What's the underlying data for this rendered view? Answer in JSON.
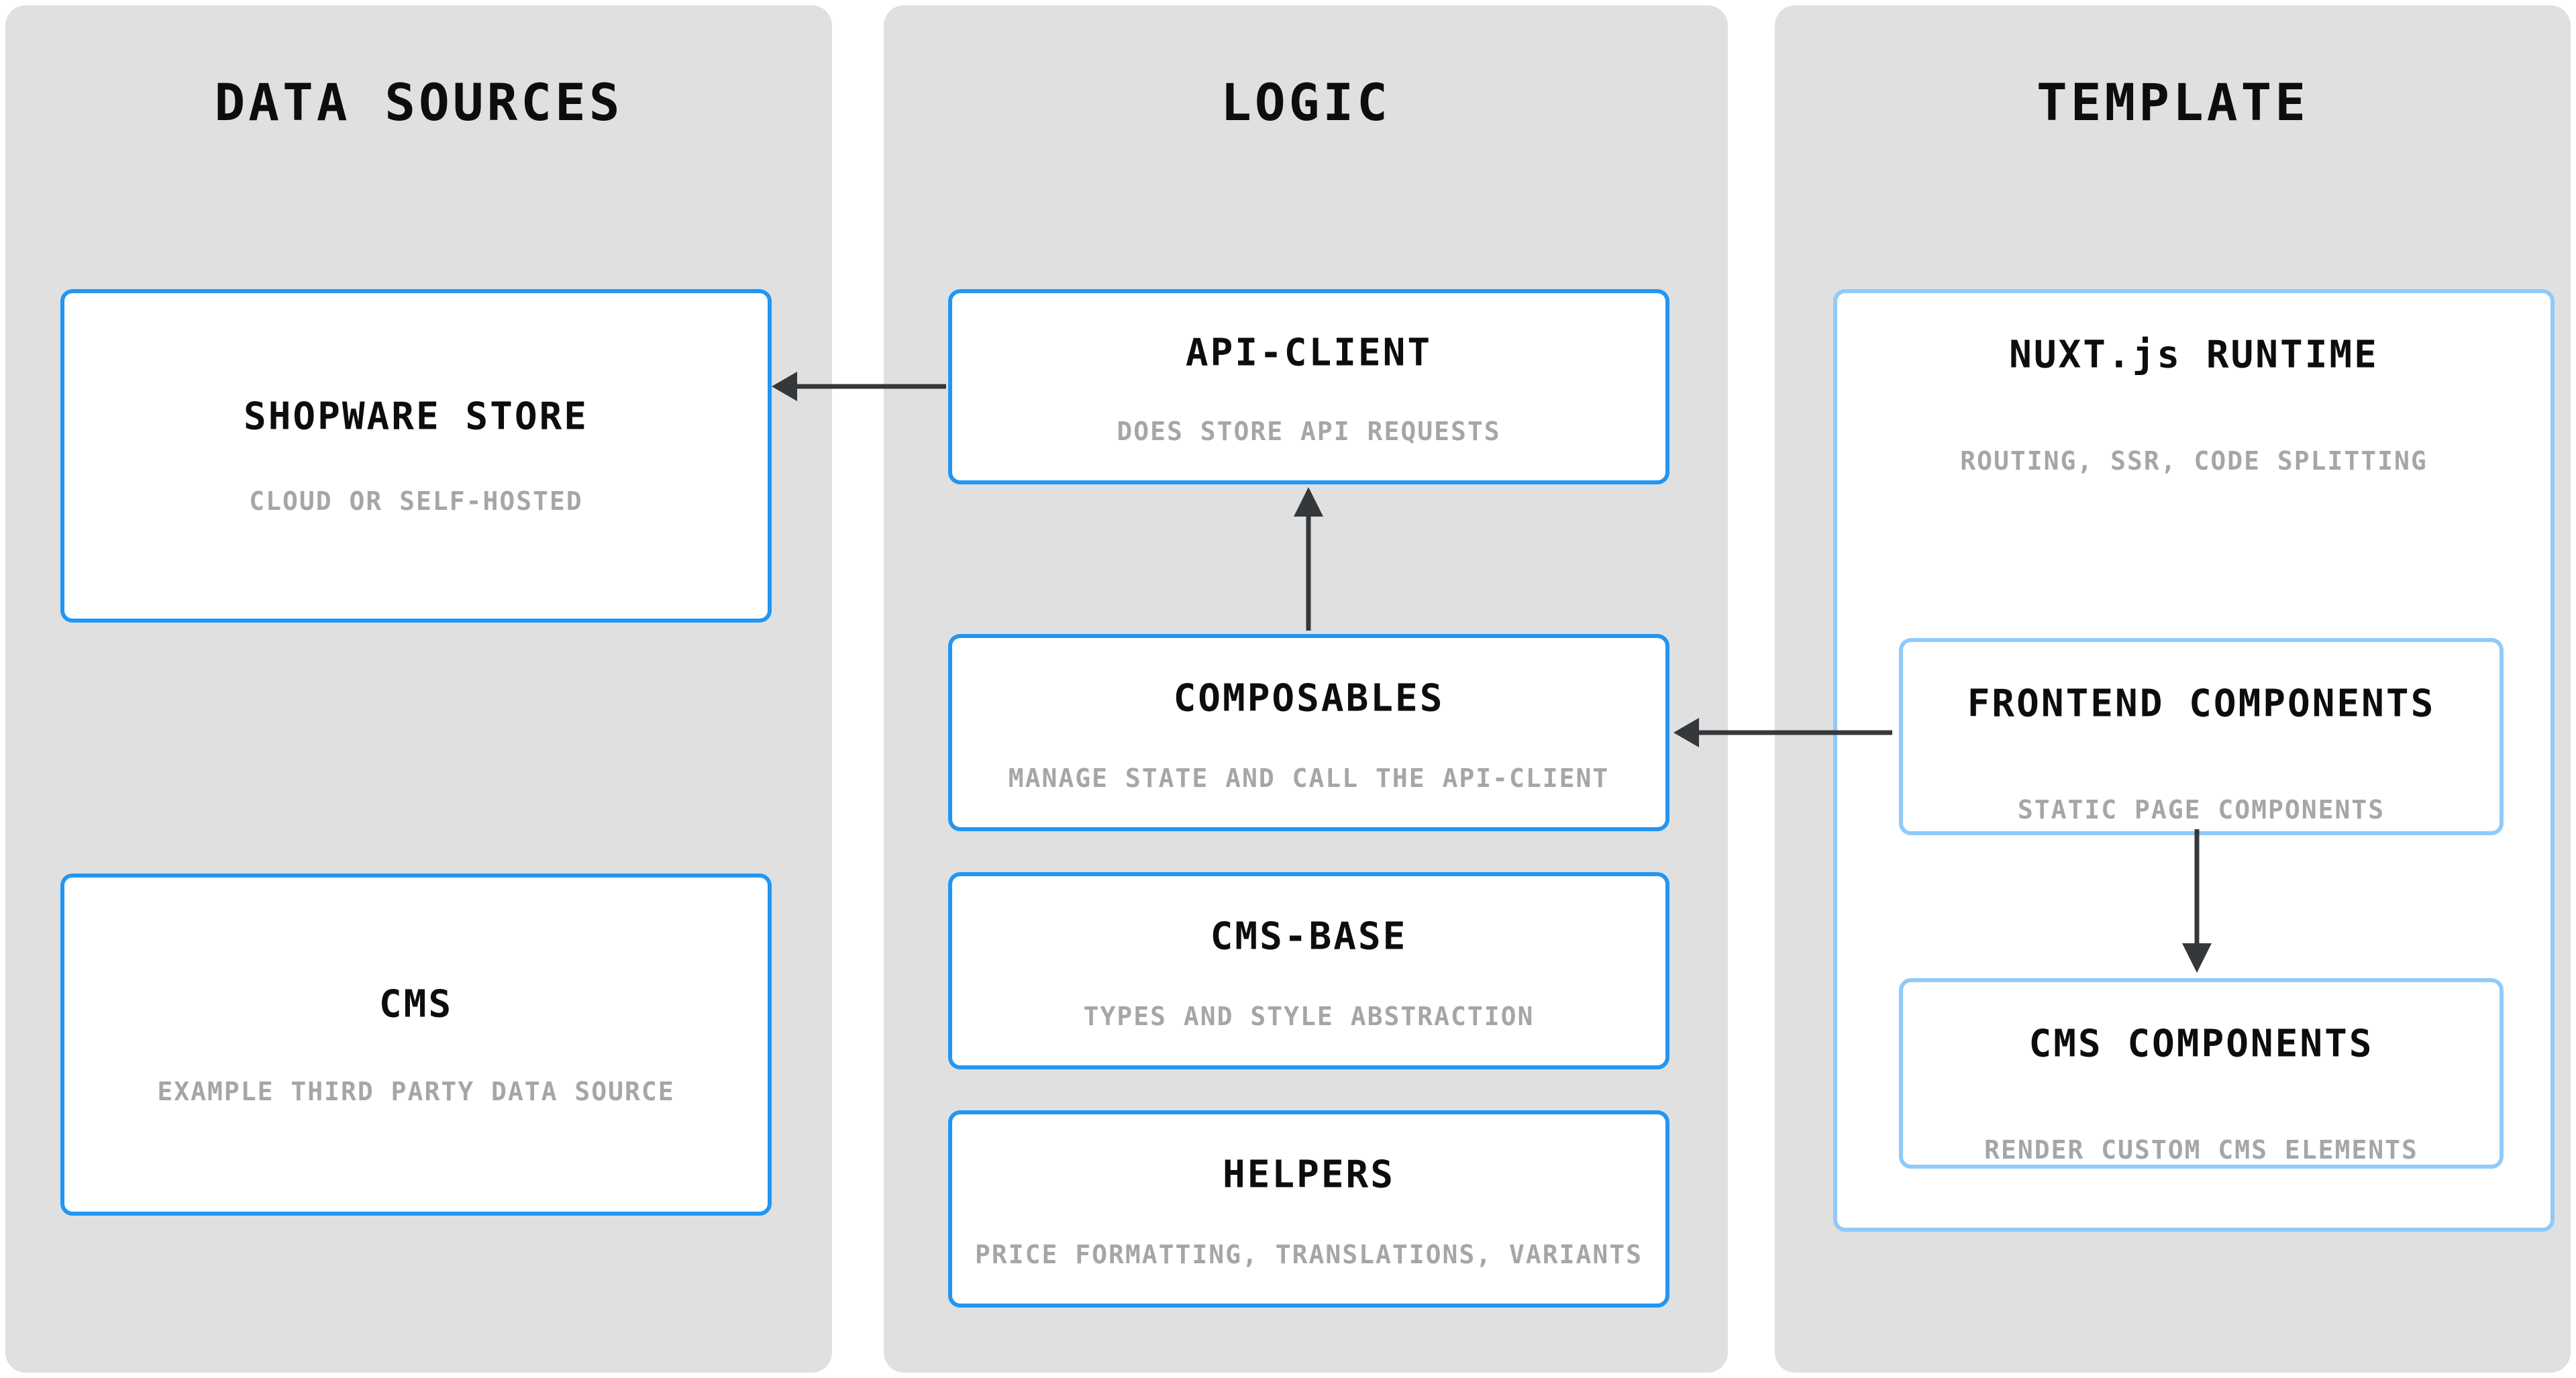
{
  "colors": {
    "accent": "#2196f3",
    "accent-light": "#90caf9",
    "panel": "#e0e0e0",
    "title": "#0d0d0d",
    "subtitle": "#a6a6a6",
    "arrow": "#35383b"
  },
  "columns": [
    {
      "title": "DATA SOURCES",
      "boxes": [
        {
          "title": "SHOPWARE STORE",
          "subtitle": "CLOUD OR SELF-HOSTED"
        },
        {
          "title": "CMS",
          "subtitle": "EXAMPLE THIRD PARTY DATA SOURCE"
        }
      ]
    },
    {
      "title": "LOGIC",
      "boxes": [
        {
          "title": "API-CLIENT",
          "subtitle": "DOES STORE API REQUESTS"
        },
        {
          "title": "COMPOSABLES",
          "subtitle": "MANAGE STATE AND CALL THE API-CLIENT"
        },
        {
          "title": "CMS-BASE",
          "subtitle": "TYPES AND STYLE ABSTRACTION"
        },
        {
          "title": "HELPERS",
          "subtitle": "PRICE FORMATTING, TRANSLATIONS, VARIANTS"
        }
      ]
    },
    {
      "title": "TEMPLATE",
      "boxes": [
        {
          "title": "NUXT.js RUNTIME",
          "subtitle": "ROUTING, SSR, CODE SPLITTING"
        },
        {
          "title": "FRONTEND COMPONENTS",
          "subtitle": "STATIC PAGE COMPONENTS"
        },
        {
          "title": "CMS COMPONENTS",
          "subtitle": "RENDER CUSTOM CMS ELEMENTS"
        }
      ]
    }
  ],
  "arrows": [
    {
      "from": "API-CLIENT",
      "to": "SHOPWARE STORE"
    },
    {
      "from": "COMPOSABLES",
      "to": "API-CLIENT"
    },
    {
      "from": "FRONTEND COMPONENTS",
      "to": "COMPOSABLES"
    },
    {
      "from": "FRONTEND COMPONENTS",
      "to": "CMS COMPONENTS"
    }
  ]
}
